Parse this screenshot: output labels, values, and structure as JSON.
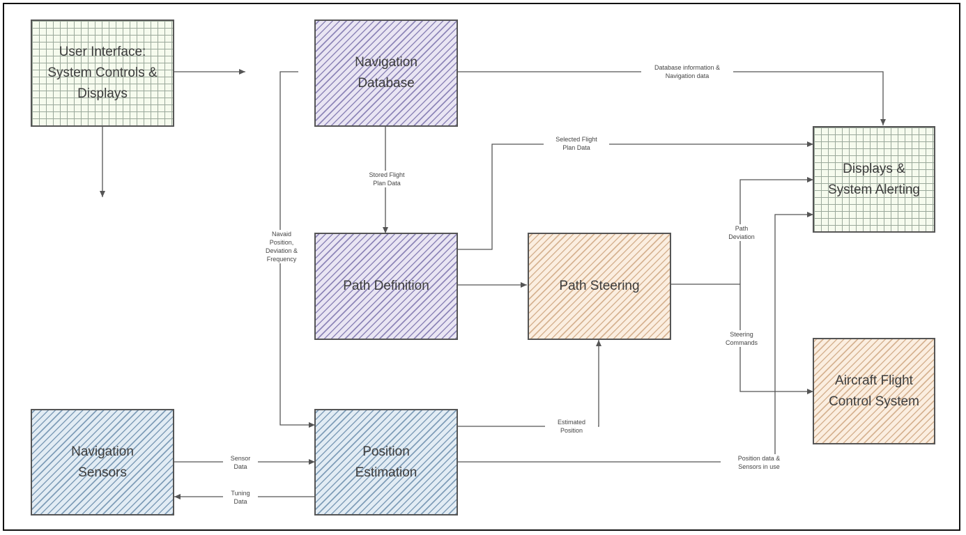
{
  "boxes": {
    "user_interface": "User Interface:\nSystem Controls &\nDisplays",
    "navigation_database": "Navigation\nDatabase",
    "path_definition": "Path Definition",
    "path_steering": "Path Steering",
    "displays_alerting": "Displays &\nSystem Alerting",
    "aircraft_fcs": "Aircraft Flight\nControl System",
    "navigation_sensors": "Navigation\nSensors",
    "position_estimation": "Position\nEstimation"
  },
  "labels": {
    "database_info": "Database information &\nNavigation data",
    "selected_flight_plan": "Selected Flight\nPlan Data",
    "stored_flight_plan": "Stored Flight\nPlan Data",
    "navaid": "Navaid\nPosition,\nDeviation &\nFrequency",
    "path_deviation": "Path\nDeviation",
    "steering_commands": "Steering\nCommands",
    "estimated_position": "Estimated\nPosition",
    "sensor_data": "Sensor\nData",
    "tuning_data": "Tuning\nData",
    "position_data_sensors": "Position data &\nSensors in use"
  },
  "colors": {
    "grid_fill": "#f6fbee",
    "purple_hatch": "#8e86b8",
    "blue_hatch": "#7f9db8",
    "orange_hatch": "#d6b392",
    "line": "#555555"
  }
}
